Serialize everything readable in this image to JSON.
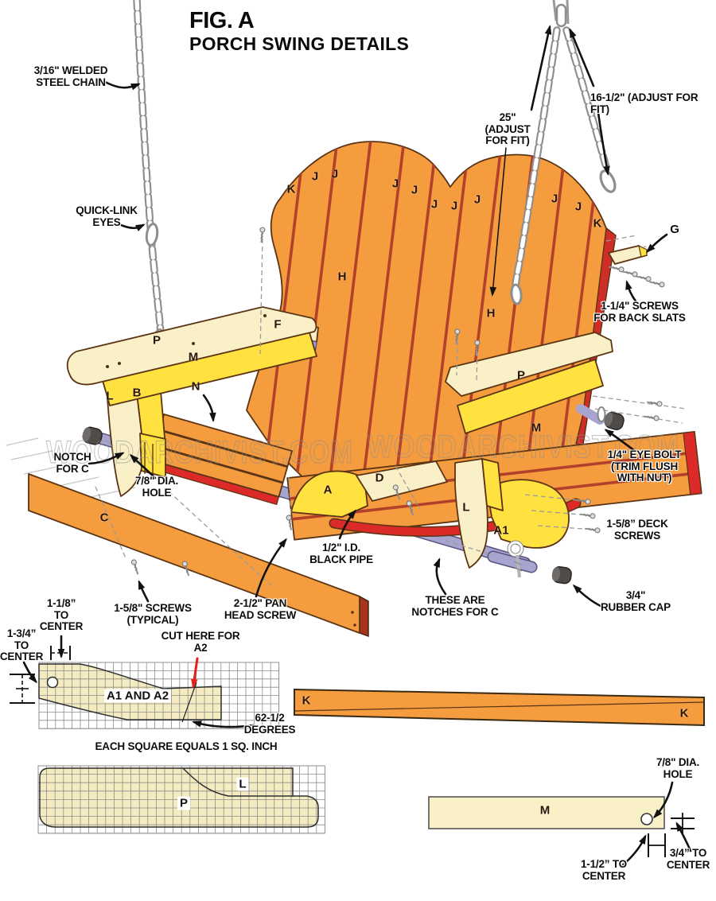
{
  "figure": {
    "label": "FIG. A",
    "title": "PORCH SWING DETAILS"
  },
  "watermark": "WOODARCHIVIST.COM",
  "callouts": {
    "steel_chain": "3/16\" WELDED\nSTEEL CHAIN",
    "quick_link": "QUICK-LINK\nEYES",
    "chain_25": "25\"\n(ADJUST\nFOR FIT)",
    "chain_165": "16-1/2\" (ADJUST FOR FIT)",
    "g": "G",
    "back_slat_screws": "1-1/4\" SCREWS\nFOR BACK SLATS",
    "notch_for_c": "NOTCH\nFOR C",
    "dia_hole": "7/8\" DIA.\nHOLE",
    "eye_bolt": "1/4\" EYE BOLT\n(TRIM FLUSH\nWITH NUT)",
    "deck_screws": "1-5/8” DECK\nSCREWS",
    "rubber_cap": "3/4\"\nRUBBER CAP",
    "black_pipe": "1/2\" I.D.\nBLACK PIPE",
    "pan_head": "2-1/2\" PAN\nHEAD SCREW",
    "notches_for_c": "THESE ARE\nNOTCHES FOR C",
    "screws_typical": "1-5/8\" SCREWS\n(TYPICAL)",
    "center_118": "1-1/8”\nTO\nCENTER",
    "center_134": "1-3/4”\nTO\nCENTER",
    "cut_here": "CUT HERE FOR\nA2",
    "degrees": "62-1/2\nDEGREES",
    "square_inch": "EACH SQUARE EQUALS 1 SQ. INCH",
    "dia_hole_m": "7/8\" DIA.\nHOLE",
    "center_112": "1-1/2” TO\nCENTER",
    "center_34": "3/4” TO\nCENTER"
  },
  "part_letters": [
    "K",
    "J",
    "J",
    "J",
    "J",
    "J",
    "J",
    "J",
    "J",
    "J",
    "K",
    "H",
    "H",
    "F",
    "P",
    "M",
    "L",
    "B",
    "N",
    "A",
    "D",
    "L",
    "A1",
    "P",
    "M",
    "C"
  ],
  "pattern_labels": {
    "a1_a2": "A1 AND A2",
    "k_left": "K",
    "k_right": "K",
    "l": "L",
    "p": "P",
    "m": "M"
  },
  "colors": {
    "wood_orange": "#F49C3E",
    "slat_line": "#B2402A",
    "accent_red": "#DC2A28",
    "part_yellow": "#FFE13F",
    "part_cream": "#FAF0C8",
    "pipe_lavender": "#A8A4D0",
    "pattern_fill": "#F5EBC0",
    "rubber_dark": "#4f4b49"
  }
}
